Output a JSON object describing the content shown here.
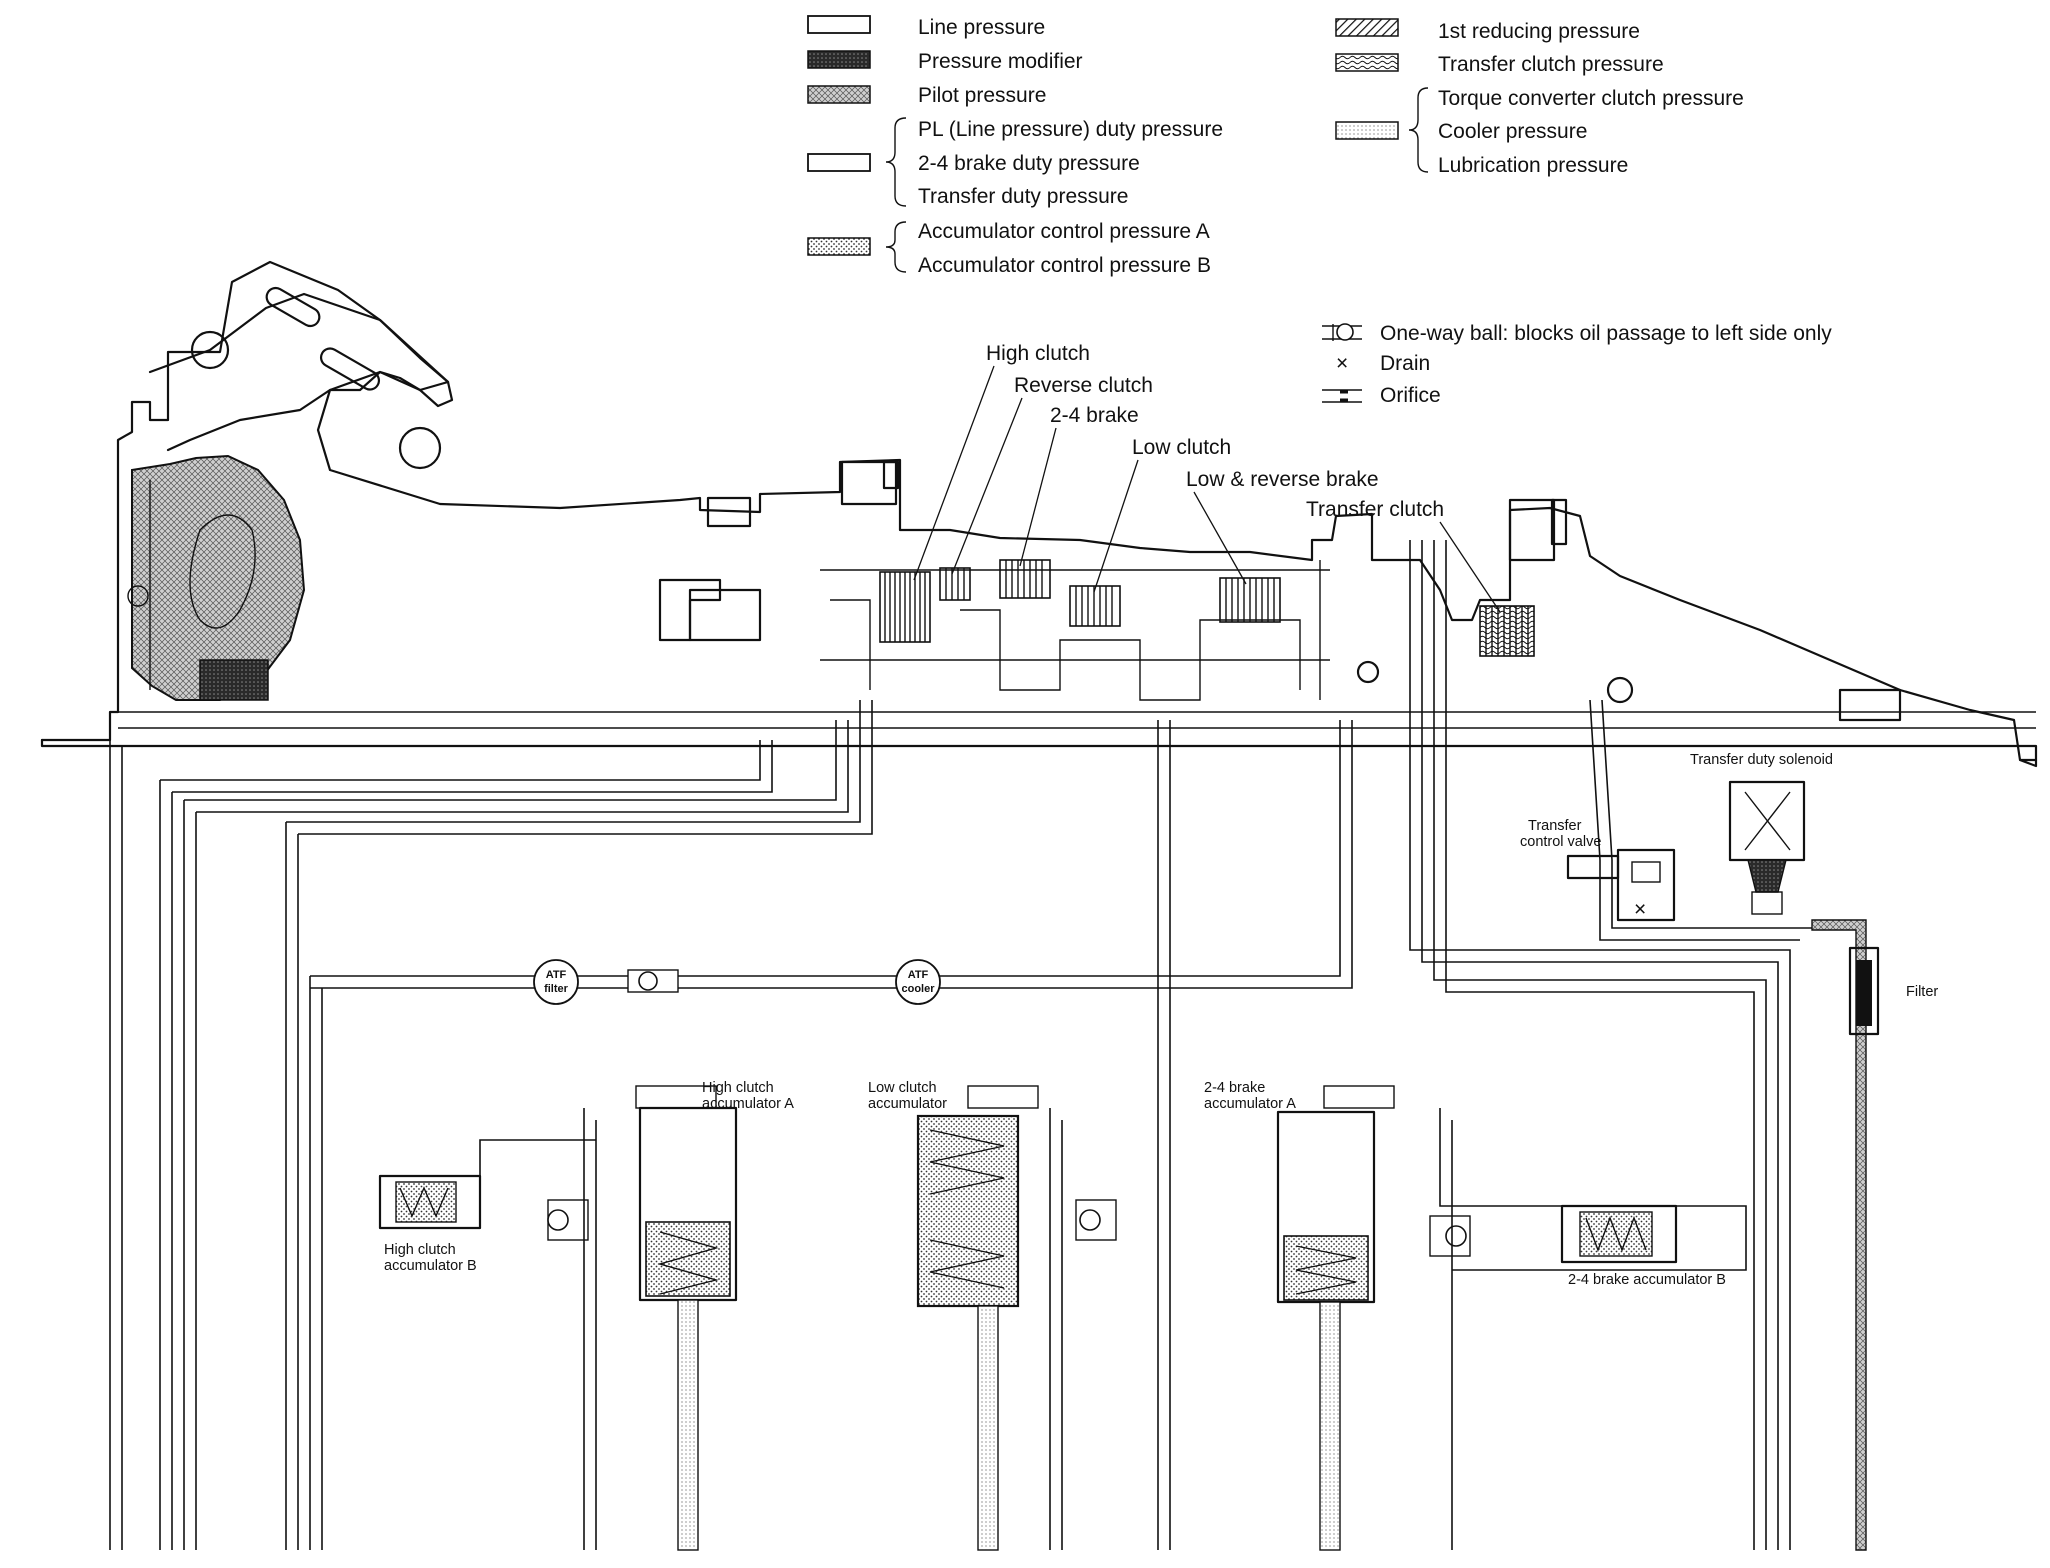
{
  "legend": {
    "left": [
      {
        "label": "Line pressure",
        "swatch": "line"
      },
      {
        "label": "Pressure modifier",
        "swatch": "modifier"
      },
      {
        "label": "Pilot pressure",
        "swatch": "pilot"
      }
    ],
    "duty_group": [
      "PL (Line pressure) duty pressure",
      "2-4 brake duty pressure",
      "Transfer duty pressure"
    ],
    "accumulator_group": [
      "Accumulator control pressure A",
      "Accumulator control pressure B"
    ],
    "right": [
      {
        "label": "1st reducing pressure",
        "swatch": "reducing"
      },
      {
        "label": "Transfer clutch pressure",
        "swatch": "transfer"
      }
    ],
    "cooler_group": [
      "Torque converter clutch pressure",
      "Cooler pressure",
      "Lubrication pressure"
    ]
  },
  "symbols": {
    "one_way_ball": "One-way ball: blocks oil passage to left side only",
    "drain": "Drain",
    "drain_glyph": "×",
    "orifice": "Orifice"
  },
  "components": {
    "high_clutch": "High clutch",
    "reverse_clutch": "Reverse clutch",
    "brake_2_4": "2-4 brake",
    "low_clutch": "Low clutch",
    "low_reverse_brake": "Low & reverse brake",
    "transfer_clutch": "Transfer clutch"
  },
  "hydraulic": {
    "transfer_duty_solenoid": "Transfer duty solenoid",
    "transfer_control_valve": [
      "Transfer",
      "control valve"
    ],
    "filter": "Filter",
    "atf_filter": [
      "ATF",
      "filter"
    ],
    "atf_cooler": [
      "ATF",
      "cooler"
    ]
  },
  "accumulators": {
    "high_clutch_a": [
      "High clutch",
      "accumulator A"
    ],
    "high_clutch_b": [
      "High clutch",
      "accumulator B"
    ],
    "low_clutch": [
      "Low clutch",
      "accumulator"
    ],
    "brake_2_4_a": [
      "2-4 brake",
      "accumulator A"
    ],
    "brake_2_4_b": "2-4 brake accumulator B"
  },
  "colors": {
    "ink": "#111111",
    "background": "#ffffff",
    "pilot_fill": "#bdbdbd",
    "modifier_fill": "#3a3a3a",
    "accumulator_fill": "#e3e3e3"
  }
}
